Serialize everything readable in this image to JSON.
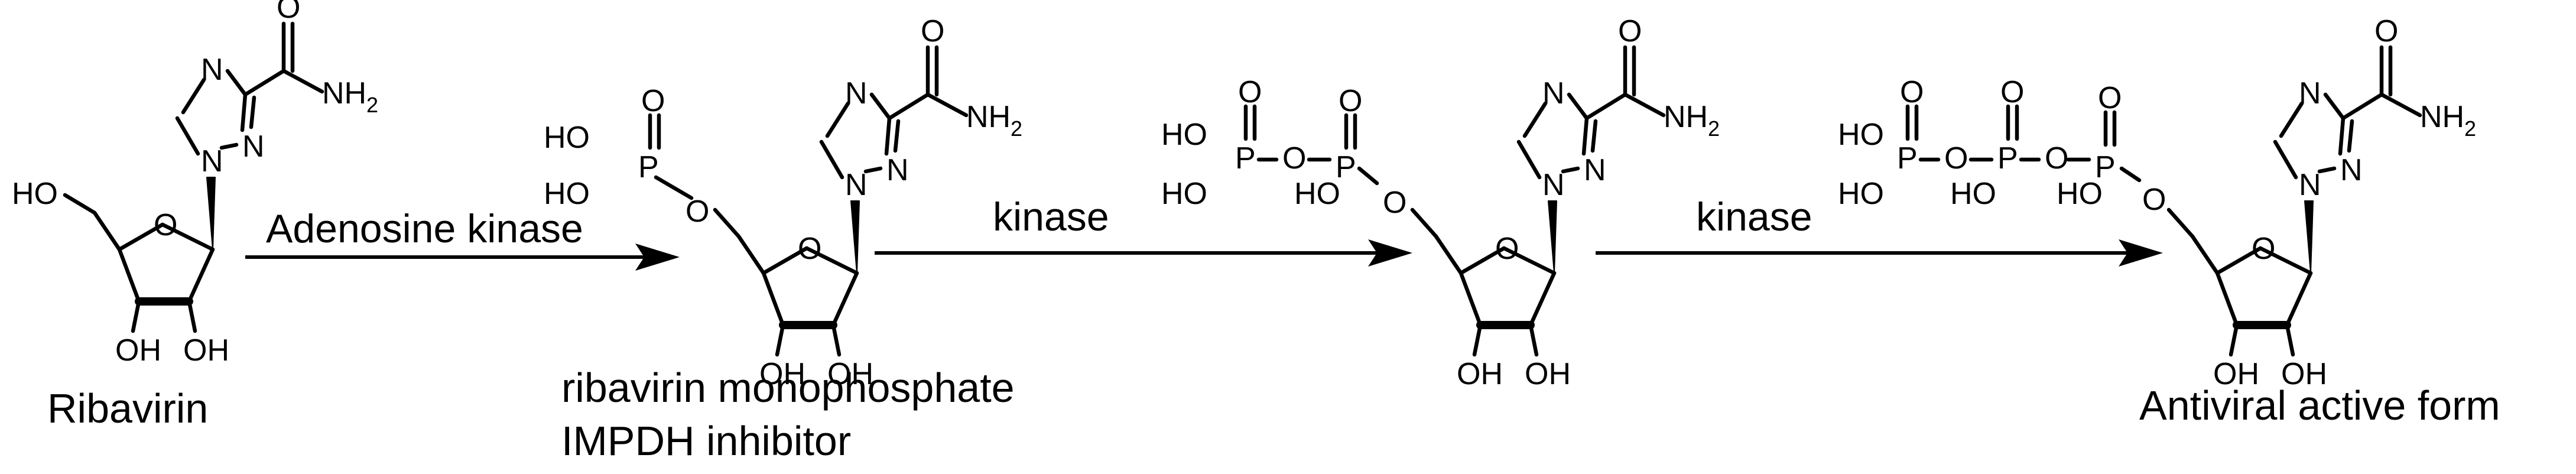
{
  "labels": {
    "hydroxyl": "HO",
    "hydroxyl_right": "OH",
    "oxygen": "O",
    "phosphorus": "P",
    "nitrogen": "N",
    "amide_nh": "NH",
    "amide_sub": "2"
  },
  "arrows": [
    {
      "label": "Adenosine kinase"
    },
    {
      "label": "kinase"
    },
    {
      "label": "kinase"
    }
  ],
  "captions": {
    "ribavirin": "Ribavirin",
    "monophosphate_line1": "ribavirin monophosphate",
    "monophosphate_line2": "IMPDH inhibitor",
    "active_form": "Antiviral active form"
  }
}
